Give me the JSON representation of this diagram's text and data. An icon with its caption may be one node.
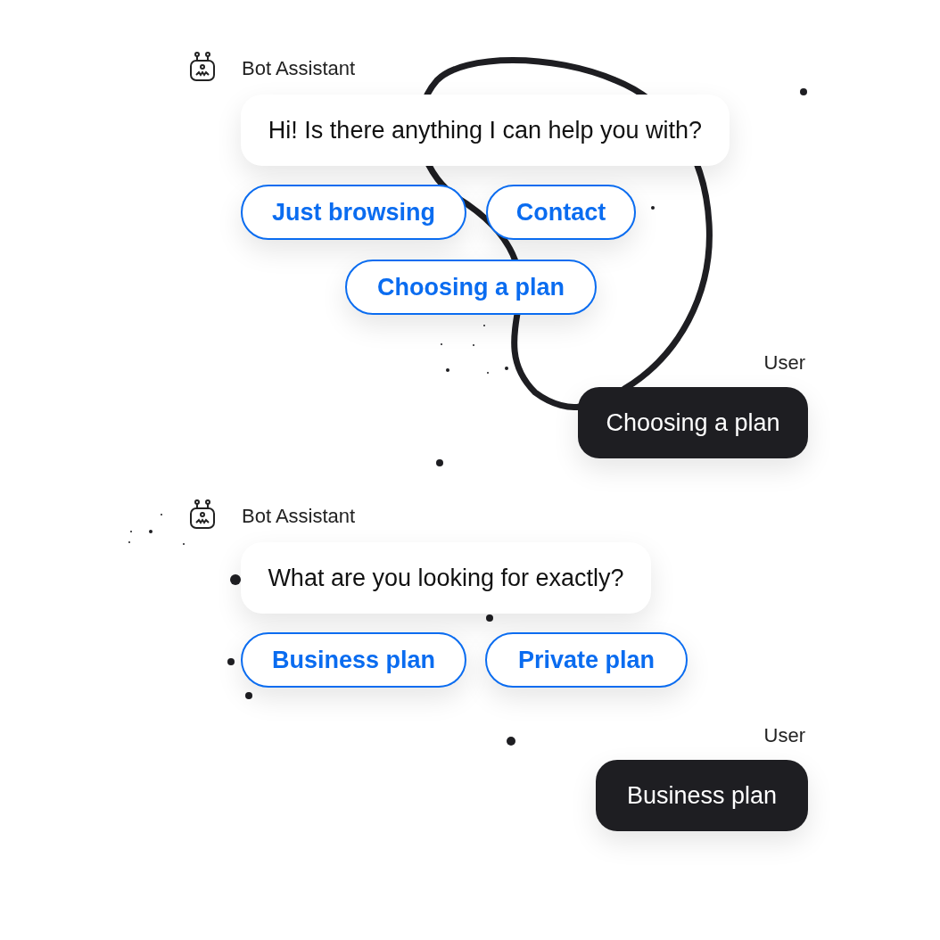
{
  "diagram": {
    "nodes": [
      {
        "text": [
          "Hi! Is there anything I can help you with?"
        ]
      },
      {
        "text": [
          "Just browsing"
        ]
      },
      {
        "text": [
          "Contact"
        ]
      },
      {
        "text": [
          "Choosing a plan"
        ]
      },
      {
        "text": [
          "Choosing a plan"
        ]
      },
      {
        "text": [
          "What are you looking for exactly?"
        ]
      },
      {
        "text": [
          "Business plan"
        ]
      },
      {
        "text": [
          "Private plan"
        ]
      },
      {
        "text": [
          "Business plan"
        ]
      }
    ],
    "labels": [
      "Bot Assistant",
      "User",
      "Bot Assistant",
      "User"
    ]
  }
}
